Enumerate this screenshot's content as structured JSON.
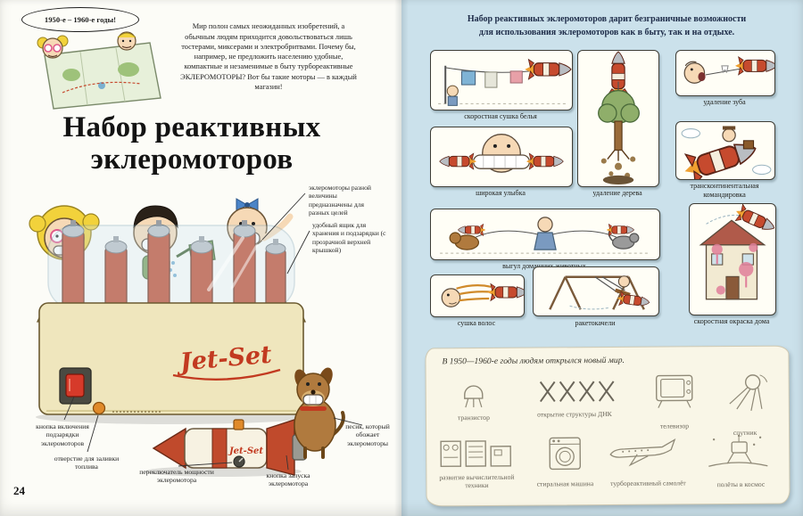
{
  "palette": {
    "accent_red": "#c64a2e",
    "right_page_blue": "#cbe1eb",
    "box_cream": "#efe6bd",
    "paper_cream": "#f9f6e7"
  },
  "left_page": {
    "page_number": "24",
    "era_badge": "1950-е – 1960-е годы!",
    "intro": "Мир полон самых неожиданных изобретений, а обычным людям приходится довольствоваться лишь тостерами, миксерами и электробритвами. Почему бы, например, не предложить населению удобные, компактные и незаменимые в быту турбореактивные ЭКЛЕРОМОТОРЫ? Вот бы такие моторы — в каждый магазин!",
    "title_line1": "Набор реактивных",
    "title_line2": "эклеромоторов",
    "product_logo": "Jet-Set",
    "callouts": [
      {
        "label": "эклеромоторы разной величины предназначены для разных целей"
      },
      {
        "label": "удобный ящик для хранения и подзарядки (с прозрачной верхней крышкой)"
      },
      {
        "label": "кнопка включения подзарядки эклеромоторов"
      },
      {
        "label": "отверстие для заливки топлива"
      },
      {
        "label": "переключатель мощности эклеромотора"
      },
      {
        "label": "кнопка запуска эклеромотора"
      },
      {
        "label": "песик, который обожает эклеромоторы"
      }
    ]
  },
  "right_page": {
    "intro_line1": "Набор реактивных эклеромоторов дарит безграничные возможности",
    "intro_line2": "для использования эклеромоторов как в быту, так и на отдыхе.",
    "panels": [
      {
        "caption": "скоростная сушка белья"
      },
      {
        "caption": "удаление дерева"
      },
      {
        "caption": "удаление зуба"
      },
      {
        "caption": "широкая улыбка"
      },
      {
        "caption": "трансконтинентальная командировка"
      },
      {
        "caption": "выгул домашних животных"
      },
      {
        "caption": "скоростная окраска дома"
      },
      {
        "caption": "сушка волос"
      },
      {
        "caption": "ракетокачели"
      }
    ],
    "timeline": {
      "caption": "В 1950—1960-е годы людям открылся новый мир.",
      "items": [
        {
          "label": "транзистор"
        },
        {
          "label": "открытие структуры ДНК"
        },
        {
          "label": "телевизор"
        },
        {
          "label": "спутник"
        },
        {
          "label": "развитие вычислительной техники"
        },
        {
          "label": "стиральная машина"
        },
        {
          "label": "турбореактивный самолёт"
        },
        {
          "label": "полёты в космос"
        }
      ]
    }
  }
}
